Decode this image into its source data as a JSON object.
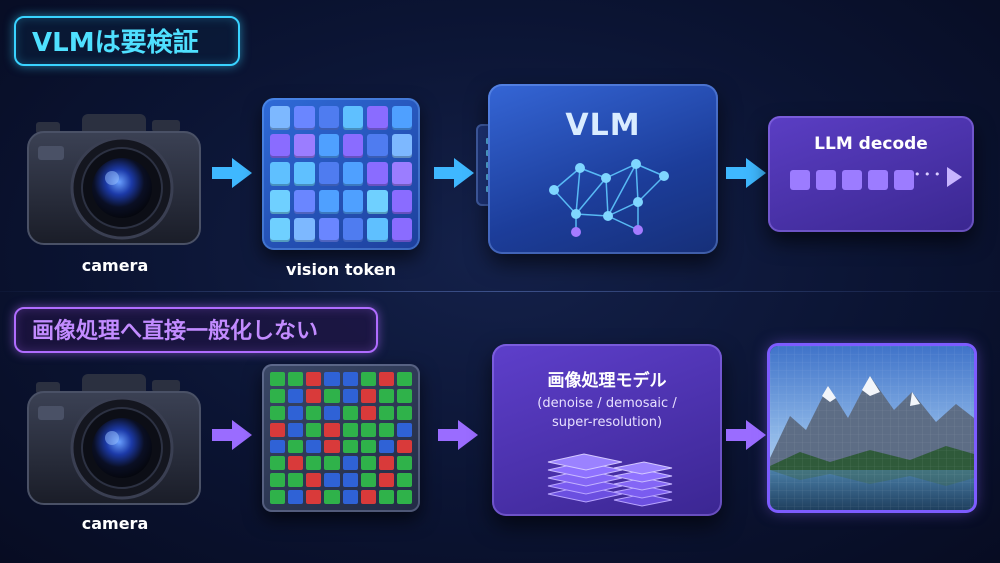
{
  "top": {
    "title": "VLMは要検証",
    "camera_label": "camera",
    "token_label": "vision token",
    "vlm_title": "VLM",
    "llm_title": "LLM decode",
    "llm_ellipsis": "• • •"
  },
  "bottom": {
    "title": "画像処理へ直接一般化しない",
    "camera_label": "camera",
    "model_title": "画像処理モデル",
    "model_sub_line1": "(denoise / demosaic /",
    "model_sub_line2": "super-resolution)"
  },
  "colors": {
    "accent_cyan": "#39d3ff",
    "accent_purple": "#b06cff",
    "arrow_top": "#3fb8ff",
    "arrow_bottom": "#9a6cff"
  },
  "icons": [
    "camera-icon",
    "arrow-right-icon",
    "neural-network-icon",
    "play-icon",
    "mountain-photo"
  ]
}
